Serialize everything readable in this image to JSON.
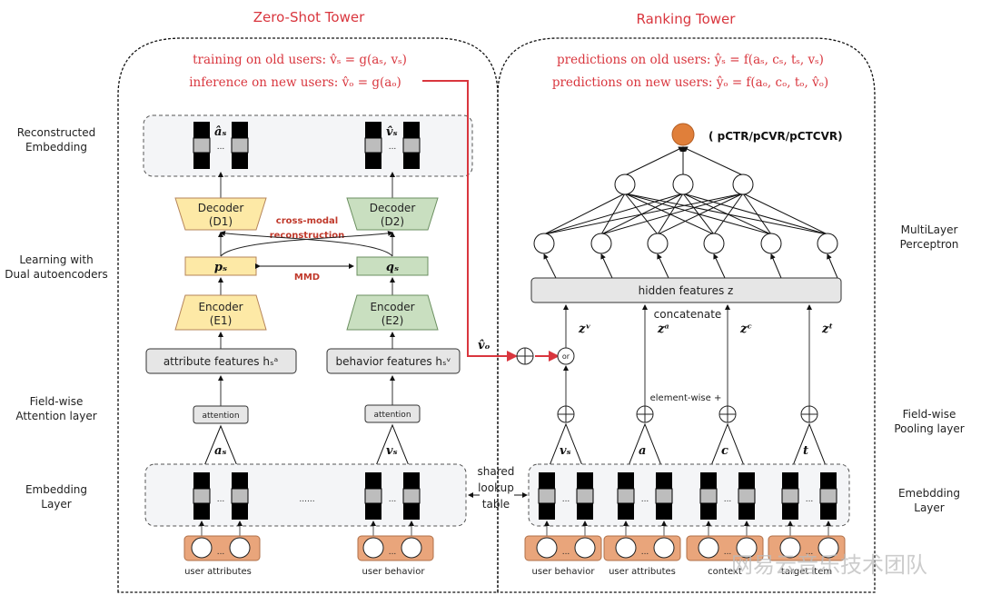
{
  "towers": {
    "zero_shot": {
      "title": "Zero-Shot Tower",
      "formula_train": "training on old users: v̂ₛ = g(aₛ, vₛ)",
      "formula_infer": "inference on new users: v̂ₒ = g(aₒ)"
    },
    "ranking": {
      "title": "Ranking Tower",
      "formula_old": "predictions on old users: ŷₛ = f(aₛ, cₛ, tₛ, vₛ)",
      "formula_new": "predictions on new users: ŷₒ = f(aₒ, cₒ, tₒ, v̂ₒ)"
    }
  },
  "left_layers": [
    {
      "line1": "Reconstructed",
      "line2": "Embedding"
    },
    {
      "line1": "Learning with",
      "line2": "Dual autoencoders"
    },
    {
      "line1": "Field-wise",
      "line2": "Attention layer"
    },
    {
      "line1": "Embedding",
      "line2": "Layer"
    }
  ],
  "right_layers": [
    {
      "line1": "MultiLayer",
      "line2": "Perceptron"
    },
    {
      "line1": "Field-wise",
      "line2": "Pooling layer"
    },
    {
      "line1": "Emebdding",
      "line2": "Layer"
    }
  ],
  "zero_shot": {
    "recon_a": "âₛ",
    "recon_v": "v̂ₛ",
    "dots": "...",
    "decoder1": {
      "line1": "Decoder",
      "line2": "(D1)"
    },
    "decoder2": {
      "line1": "Decoder",
      "line2": "(D2)"
    },
    "encoder1": {
      "line1": "Encoder",
      "line2": "(E1)"
    },
    "encoder2": {
      "line1": "Encoder",
      "line2": "(E2)"
    },
    "cross_modal_1": "cross-modal",
    "cross_modal_2": "reconstruction",
    "mmd": "MMD",
    "p_s": "pₛ",
    "q_s": "qₛ",
    "attr_features": "attribute features hₛᵃ",
    "behav_features": "behavior features hₛᵛ",
    "attention": "attention",
    "a_s": "aₛ",
    "v_s": "vₛ",
    "mid_dots": "......",
    "user_attributes": "user attributes",
    "user_behavior": "user behavior",
    "shared_1": "shared",
    "shared_2": "lookup",
    "shared_3": "table",
    "v_o_hat": "v̂ₒ"
  },
  "ranking": {
    "output_label": "( pCTR/pCVR/pCTCVR)",
    "hidden_features": "hidden features  z",
    "concatenate": "concatenate",
    "element_wise": "element-wise +",
    "or": "or",
    "z_labels": [
      "zᵛ",
      "zᵃ",
      "zᶜ",
      "zᵗ"
    ],
    "field_labels": [
      "vₛ",
      "a",
      "c",
      "t"
    ],
    "inputs": [
      "user behavior",
      "user attributes",
      "context",
      "target item"
    ]
  },
  "colors": {
    "red": "#d9363e",
    "encoder_yellow": "#fde9a6",
    "encoder_green": "#c9dfc0",
    "input_orange": "#e9a57b",
    "output_orange": "#e07f3a",
    "gray_box": "#e6e6e6"
  },
  "watermark": "网易云音乐技术团队"
}
